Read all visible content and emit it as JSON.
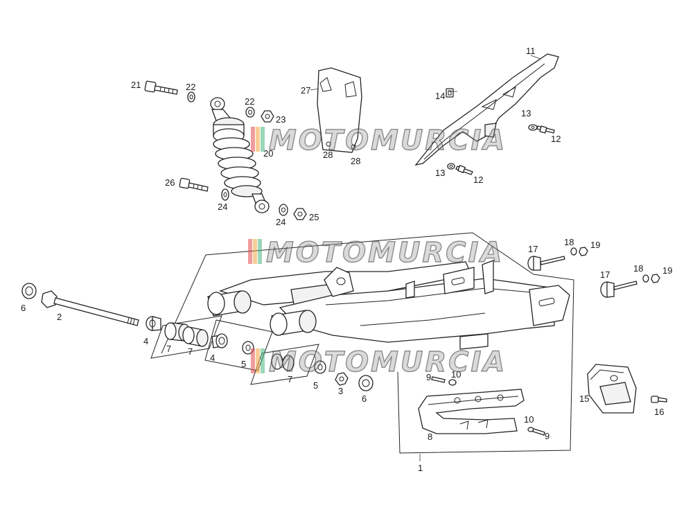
{
  "diagram": {
    "callouts": [
      {
        "id": "c1",
        "text": "1"
      },
      {
        "id": "c2",
        "text": "2"
      },
      {
        "id": "c3",
        "text": "3"
      },
      {
        "id": "c4a",
        "text": "4"
      },
      {
        "id": "c4b",
        "text": "4"
      },
      {
        "id": "c5a",
        "text": "5"
      },
      {
        "id": "c5b",
        "text": "5"
      },
      {
        "id": "c6a",
        "text": "6"
      },
      {
        "id": "c6b",
        "text": "6"
      },
      {
        "id": "c7a",
        "text": "7"
      },
      {
        "id": "c7b",
        "text": "7"
      },
      {
        "id": "c7c",
        "text": "7"
      },
      {
        "id": "c8",
        "text": "8"
      },
      {
        "id": "c9a",
        "text": "9"
      },
      {
        "id": "c9b",
        "text": "9"
      },
      {
        "id": "c10a",
        "text": "10"
      },
      {
        "id": "c10b",
        "text": "10"
      },
      {
        "id": "c11",
        "text": "11"
      },
      {
        "id": "c12a",
        "text": "12"
      },
      {
        "id": "c12b",
        "text": "12"
      },
      {
        "id": "c13a",
        "text": "13"
      },
      {
        "id": "c13b",
        "text": "13"
      },
      {
        "id": "c14",
        "text": "14"
      },
      {
        "id": "c15",
        "text": "15"
      },
      {
        "id": "c16",
        "text": "16"
      },
      {
        "id": "c17a",
        "text": "17"
      },
      {
        "id": "c17b",
        "text": "17"
      },
      {
        "id": "c18a",
        "text": "18"
      },
      {
        "id": "c18b",
        "text": "18"
      },
      {
        "id": "c19a",
        "text": "19"
      },
      {
        "id": "c19b",
        "text": "19"
      },
      {
        "id": "c20",
        "text": "20"
      },
      {
        "id": "c21",
        "text": "21"
      },
      {
        "id": "c22a",
        "text": "22"
      },
      {
        "id": "c22b",
        "text": "22"
      },
      {
        "id": "c23",
        "text": "23"
      },
      {
        "id": "c24a",
        "text": "24"
      },
      {
        "id": "c24b",
        "text": "24"
      },
      {
        "id": "c25",
        "text": "25"
      },
      {
        "id": "c26",
        "text": "26"
      },
      {
        "id": "c27",
        "text": "27"
      },
      {
        "id": "c28a",
        "text": "28"
      },
      {
        "id": "c28b",
        "text": "28"
      }
    ],
    "watermark": {
      "text": "MOTOMURCIA",
      "stripe_colors": [
        "#e5484d",
        "#f2a541",
        "#4bb57f",
        "#4a90d9"
      ]
    }
  }
}
